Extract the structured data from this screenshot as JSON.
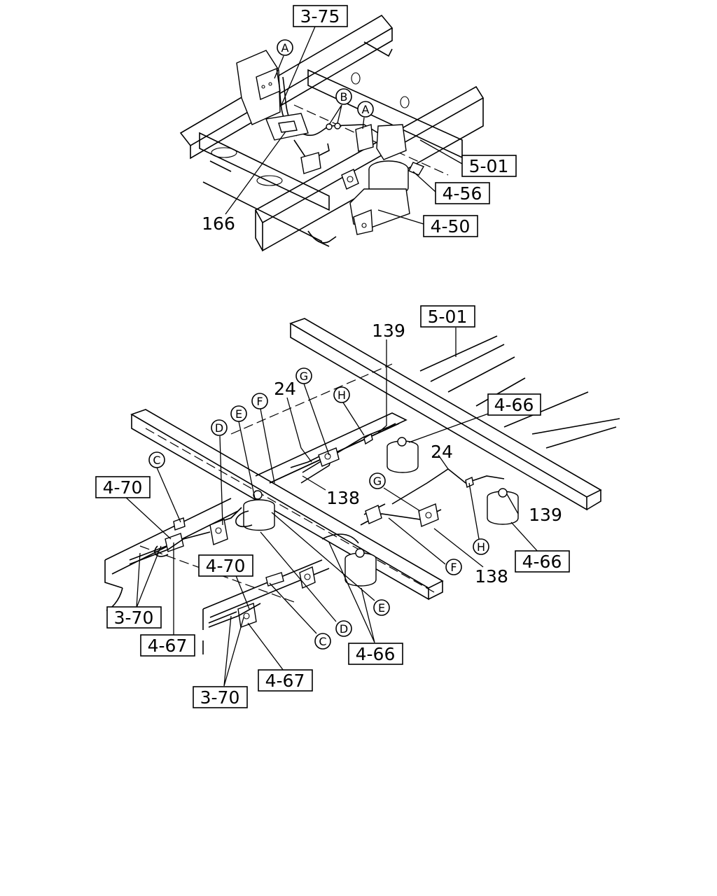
{
  "top_view": {
    "refs": {
      "r375": "3-75",
      "r501": "5-01",
      "r456": "4-56",
      "r450": "4-50"
    },
    "nums": {
      "n166": "166"
    },
    "circles": {
      "cA1": "A",
      "cA2": "A",
      "cB": "B"
    }
  },
  "bottom_view": {
    "refs": {
      "r501": "5-01",
      "r466a": "4-66",
      "r470a": "4-70",
      "r466b": "4-66",
      "r370a": "3-70",
      "r470b": "4-70",
      "r467a": "4-67",
      "r466c": "4-66",
      "r467b": "4-67",
      "r370b": "3-70"
    },
    "nums": {
      "n139a": "139",
      "n24a": "24",
      "n138a": "138",
      "n24b": "24",
      "n139b": "139",
      "n138b": "138"
    },
    "circles": {
      "cG1": "G",
      "cH1": "H",
      "cF1": "F",
      "cE1": "E",
      "cD1": "D",
      "cC1": "C",
      "cG2": "G",
      "cH2": "H",
      "cF2": "F",
      "cE2": "E",
      "cD2": "D",
      "cC2": "C"
    }
  }
}
